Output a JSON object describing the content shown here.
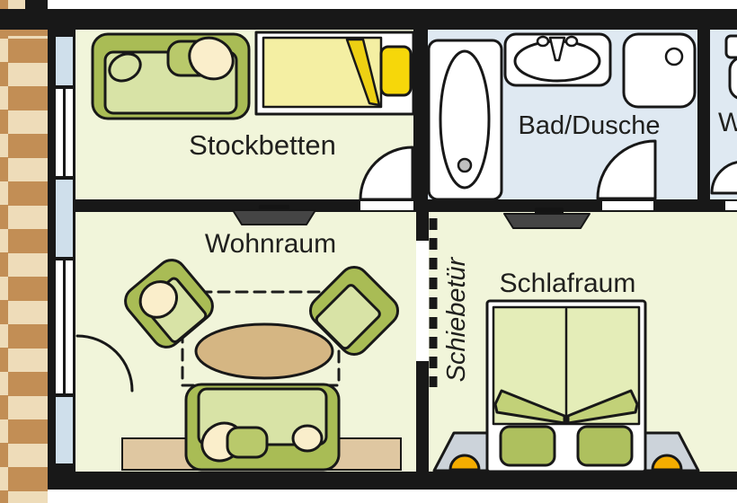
{
  "plan_labels": {
    "stockbetten": "Stockbetten",
    "bad_dusche": "Bad/Dusche",
    "wc_partial": "W",
    "wohnraum": "Wohnraum",
    "schlafraum": "Schlafraum",
    "schiebetuer": "Schiebetür"
  },
  "palette": {
    "wall": "#181818",
    "room_floor": "#f1f5da",
    "bath_floor": "#dfe9f2",
    "furniture_green": "#a9bc55",
    "seat_green": "#d8e3a6",
    "cushion_green": "#b9c96b",
    "cushion_cream": "#faeecb",
    "bed_yellow_pale": "#f4efa3",
    "bed_yellow_bright": "#f6d70a",
    "blanket_yellow": "#edd013",
    "mattress_pale": "#e4edb8",
    "mattress_fold": "#c2d178",
    "pillow_green": "#aec05e",
    "table_tan": "#d5b683",
    "sideboard_tan": "#dfc7a1",
    "deck_brown": "#c28e55",
    "deck_tan": "#eedcb9",
    "window_blue": "#cfdfeb",
    "nightstand_gray": "#ccd3da",
    "lamp_orange": "#f5ad00",
    "tv_gray": "#454545"
  }
}
